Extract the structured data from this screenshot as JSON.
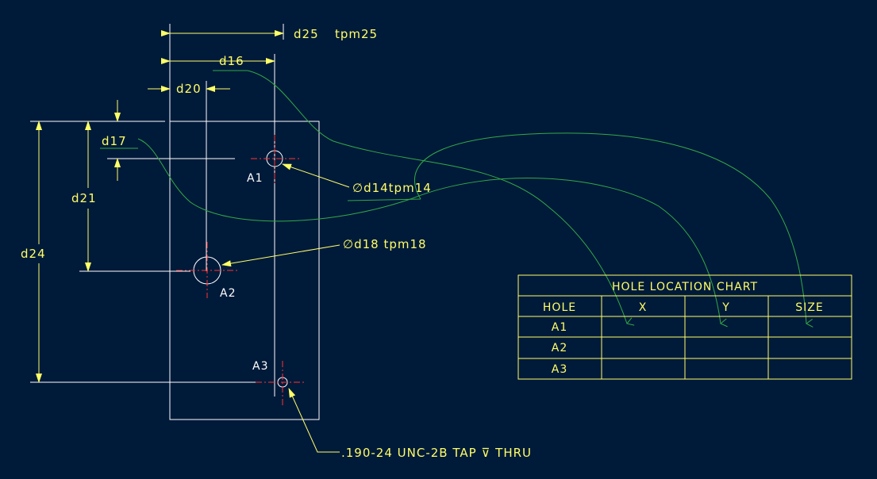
{
  "dimensions": {
    "d25": "d25",
    "tpm25": "tpm25",
    "d16": "d16",
    "d20": "d20",
    "d17": "d17",
    "d21": "d21",
    "d24": "d24"
  },
  "callouts": {
    "hole_a1": "∅d14tpm14",
    "hole_a2": "∅d18 tpm18",
    "hole_a3": ".190-24 UNC-2B TAP ⊽ THRU"
  },
  "hole_labels": {
    "a1": "A1",
    "a2": "A2",
    "a3": "A3"
  },
  "hole_chart": {
    "title": "HOLE LOCATION CHART",
    "headers": [
      "HOLE",
      "X",
      "Y",
      "SIZE"
    ],
    "rows": [
      [
        "A1",
        "",
        "",
        ""
      ],
      [
        "A2",
        "",
        "",
        ""
      ],
      [
        "A3",
        "",
        "",
        ""
      ]
    ]
  },
  "colors": {
    "background": "#001a3a",
    "dimension": "#ffff66",
    "geometry": "#ffffff",
    "centerline": "#ff3333",
    "relation": "#33aa44"
  }
}
